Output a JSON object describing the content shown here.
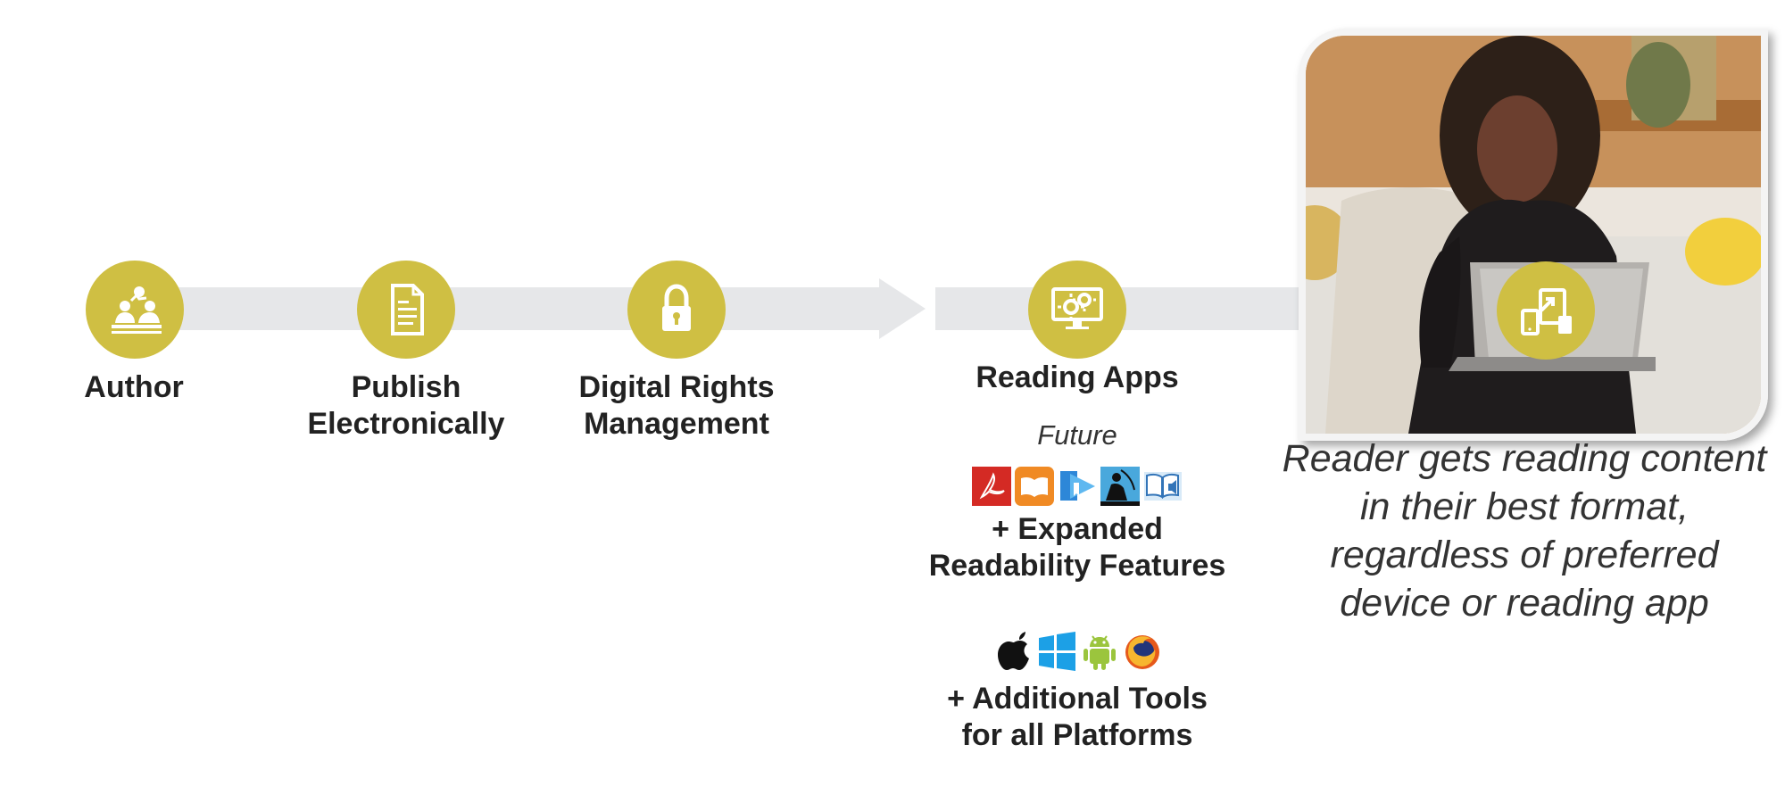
{
  "steps": [
    {
      "id": "author",
      "label_lines": [
        "Author"
      ],
      "icon": "author-meeting-icon"
    },
    {
      "id": "publish",
      "label_lines": [
        "Publish",
        "Electronically"
      ],
      "icon": "document-icon"
    },
    {
      "id": "drm",
      "label_lines": [
        "Digital Rights",
        "Management"
      ],
      "icon": "lock-icon"
    },
    {
      "id": "reading_apps",
      "label_lines": [
        "Reading Apps"
      ],
      "icon": "monitor-gears-icon"
    }
  ],
  "reading_apps_details": {
    "future_label": "Future",
    "app_icons": [
      "adobe-reader-icon",
      "books-app-icon",
      "google-play-books-icon",
      "kindle-icon",
      "audiobook-icon"
    ],
    "expanded_features_lines": [
      "+ Expanded",
      "Readability Features"
    ],
    "platform_icons": [
      "apple-icon",
      "windows-icon",
      "android-icon",
      "firefox-icon"
    ],
    "additional_tools_lines": [
      "+ Additional Tools",
      "for all Platforms"
    ]
  },
  "reader": {
    "photo_icon": "device-sync-icon",
    "caption_lines": [
      "Reader gets reading content",
      "in their best format,",
      "regardless of preferred",
      "device or reading app"
    ]
  },
  "colors": {
    "accent": "#cfbf43",
    "flow_band": "#e6e7e9",
    "text": "#222222"
  }
}
